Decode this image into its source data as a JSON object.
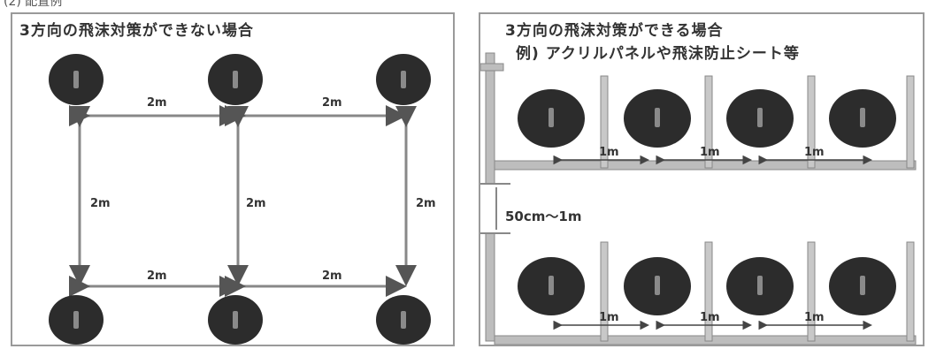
{
  "page_title": "(2) 配置例",
  "left_panel": {
    "title": "3方向の飛沫対策ができない場合",
    "distance_label": "2m"
  },
  "right_panel": {
    "title": "3方向の飛沫対策ができる場合",
    "example": "例) アクリルパネルや飛沫防止シート等",
    "seat_gap_label": "1m",
    "row_gap_label": "50cm〜1m"
  },
  "colors": {
    "person": "#2c2c2c",
    "line": "#777777",
    "partition": "#9a9a9a"
  },
  "icons": [
    "person-icon",
    "arrow-icon",
    "partition-icon"
  ]
}
